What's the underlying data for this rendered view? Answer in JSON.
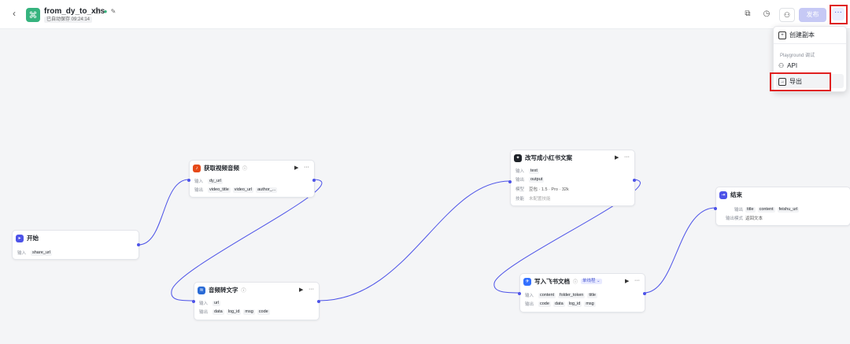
{
  "colors": {
    "accent": "#4d53e8",
    "highlight": "#e02020",
    "success": "#36b37e"
  },
  "header": {
    "back_icon": "chevron-left-icon",
    "app_name": "from_dy_to_xhs",
    "autosave": "已自动保存 09:24:14",
    "publish_label": "发布",
    "more_label": "···"
  },
  "menu": {
    "copy_label": "创建副本",
    "group_label": "Playground 调试",
    "api_label": "API",
    "export_label": "导出"
  },
  "nodes": {
    "start": {
      "title": "开始",
      "input_label": "输入",
      "param": "share_url"
    },
    "fetch": {
      "title": "获取视频音频",
      "input_label": "输入",
      "input": "dy_url",
      "output_label": "输出",
      "out1": "video_title",
      "out2": "video_url",
      "out3": "author_..."
    },
    "speech": {
      "title": "音频转文字",
      "input_label": "输入",
      "input": "url",
      "output_label": "输出",
      "out1": "data",
      "out2": "log_id",
      "out3": "msg",
      "out4": "code"
    },
    "rewrite": {
      "title": "改写成小红书文案",
      "input_label": "输入",
      "input": "text",
      "output_label": "输出",
      "output": "output",
      "model_label": "模型",
      "model": "豆包 · 1.5 · Pro · 32k",
      "skill_label": "技能",
      "skill": "未配置技能"
    },
    "feishu": {
      "title": "写入飞书文档",
      "badge": "单线程 ⌄",
      "input_label": "输入",
      "in1": "content",
      "in2": "folder_token",
      "in3": "title",
      "output_label": "输出",
      "out1": "code",
      "out2": "data",
      "out3": "log_id",
      "out4": "msg"
    },
    "end": {
      "title": "结束",
      "output_label": "输出",
      "out1": "title",
      "out2": "content",
      "out3": "feishu_url",
      "mode_label": "输出模式",
      "mode": "返回文本"
    }
  }
}
